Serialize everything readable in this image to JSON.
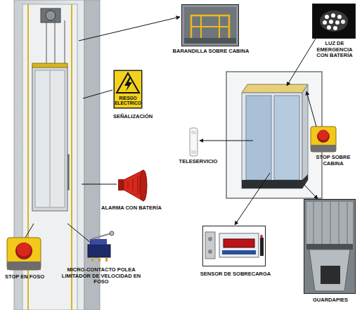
{
  "diagram": {
    "nodes": [
      {
        "text": [
          "RIESGO ELECTRICO"
        ]
      },
      {
        "text": [
          "BARANDILLA SOBRE CABINA"
        ]
      },
      {
        "text": [
          "LUZ DE EMERGENCIA CON BATERÍA"
        ]
      },
      {
        "text": [
          "SENSOR DE SOBRECARGA"
        ]
      },
      {
        "text": [
          "GUARDAPIES"
        ]
      }
    ],
    "labels": [
      "SEÑALIZACIÓN",
      "STOP SOBRE CABINA",
      "TELESERVICIO",
      "ALARMA CON BATERÍA",
      "STOP EN FOSO",
      "MICRO-CONTACTO POLEA LIMITADOR DE VELOCIDAD EN FOSO"
    ]
  }
}
